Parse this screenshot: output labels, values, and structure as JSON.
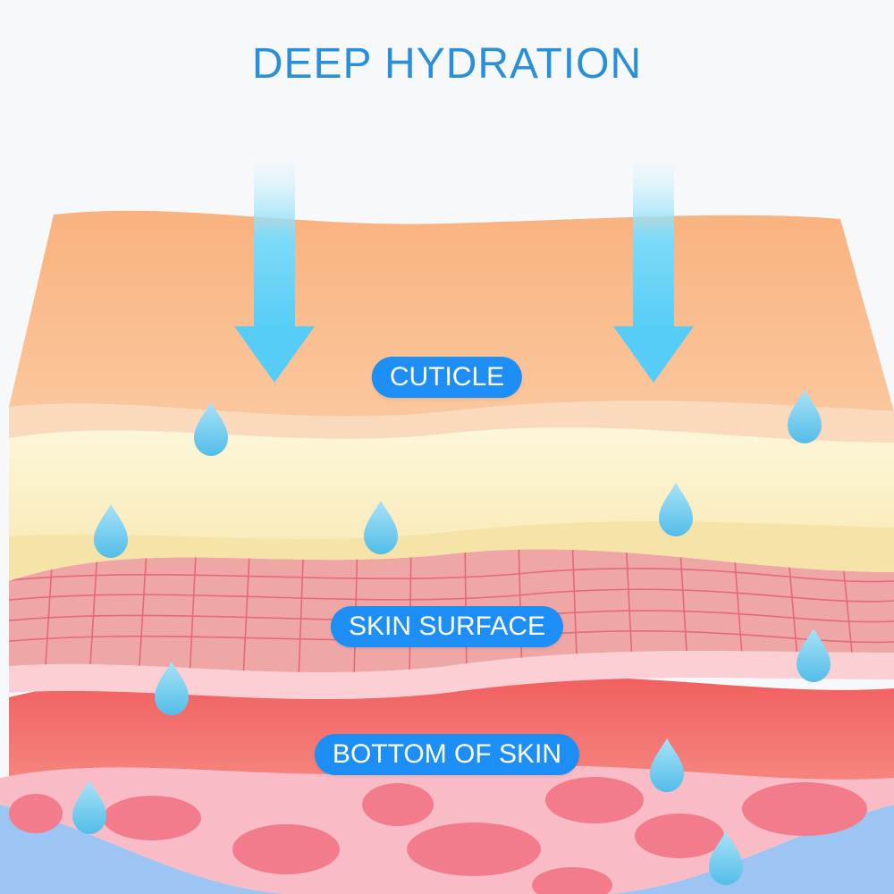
{
  "title": "DEEP HYDRATION",
  "labels": {
    "cuticle": "CUTICLE",
    "skin_surface": "SKIN SURFACE",
    "bottom_of_skin": "BOTTOM OF SKIN"
  },
  "colors": {
    "title": "#2a8fdb",
    "label_bg": "#1c8ef5",
    "arrow": "#5cd0f7",
    "drop": "#6ecbef",
    "cuticle_layer": "#f9b888",
    "yellow_layer": "#fbf2c9",
    "surface_layer": "#efa5a3",
    "bottom_layer": "#f2706d",
    "base_layer": "#f9bcc6",
    "cells": "#f27c8b",
    "base_blue": "#9cc5f4"
  },
  "icons": [
    "arrow-down-icon",
    "water-drop-icon"
  ]
}
